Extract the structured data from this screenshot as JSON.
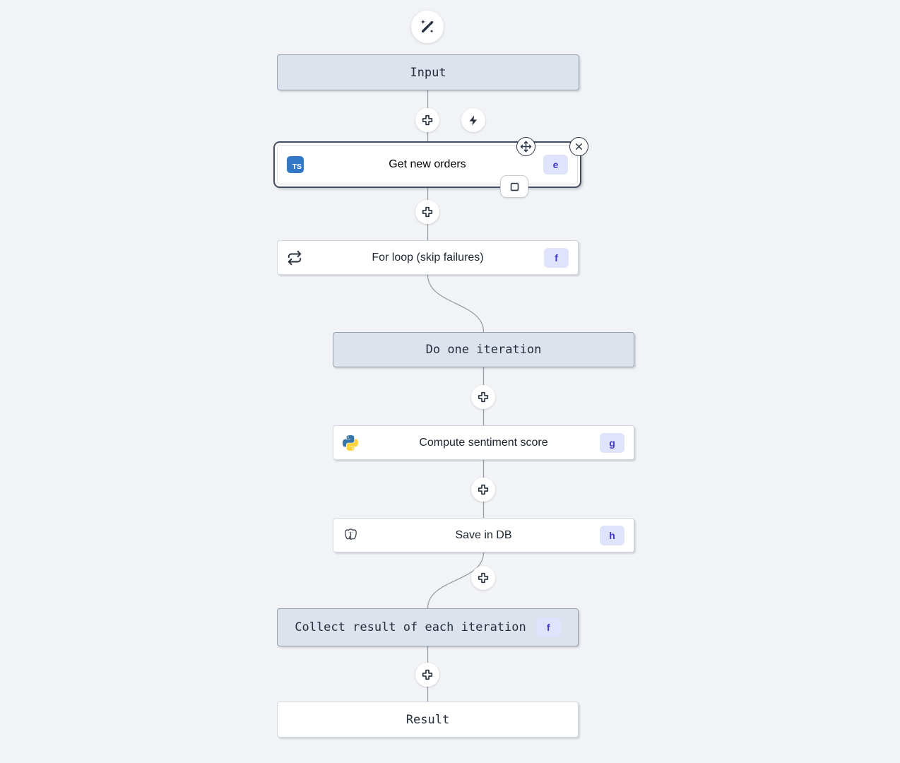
{
  "colors": {
    "background": "#f1f3f6",
    "virtual_bg": "#dce3ec",
    "virtual_border": "#94a0af",
    "node_bg": "#ffffff",
    "node_border": "#d2d7de",
    "selected_outline": "#424d5f",
    "badge_bg": "#dfe3fb",
    "badge_text": "#4338ca",
    "ink": "#27303f",
    "edge": "#989ea7",
    "ts_blue": "#3178c6",
    "python_blue": "#3776ab",
    "python_yellow": "#ffd43b"
  },
  "icons": {
    "top": "magic-wand-sparkles-icon",
    "insert": "plus-icon",
    "trigger": "lightning-bolt-icon",
    "move": "move-arrows-icon",
    "close": "close-x-icon",
    "stop": "square-stop-icon",
    "typescript": "typescript-icon",
    "loop": "repeat-loop-icon",
    "python": "python-icon",
    "postgres": "postgresql-elephant-icon"
  },
  "nodes": {
    "input": {
      "label": "Input"
    },
    "get_new_orders": {
      "label": "Get new orders",
      "badge": "e",
      "logo_text": "TS",
      "selected": true
    },
    "for_loop": {
      "label": "For loop (skip failures)",
      "badge": "f"
    },
    "do_one_iteration": {
      "label": "Do one iteration"
    },
    "compute_sentiment": {
      "label": "Compute sentiment score",
      "badge": "g"
    },
    "save_in_db": {
      "label": "Save in DB",
      "badge": "h"
    },
    "collect_result": {
      "label": "Collect result of each iteration",
      "badge": "f"
    },
    "result": {
      "label": "Result"
    }
  }
}
